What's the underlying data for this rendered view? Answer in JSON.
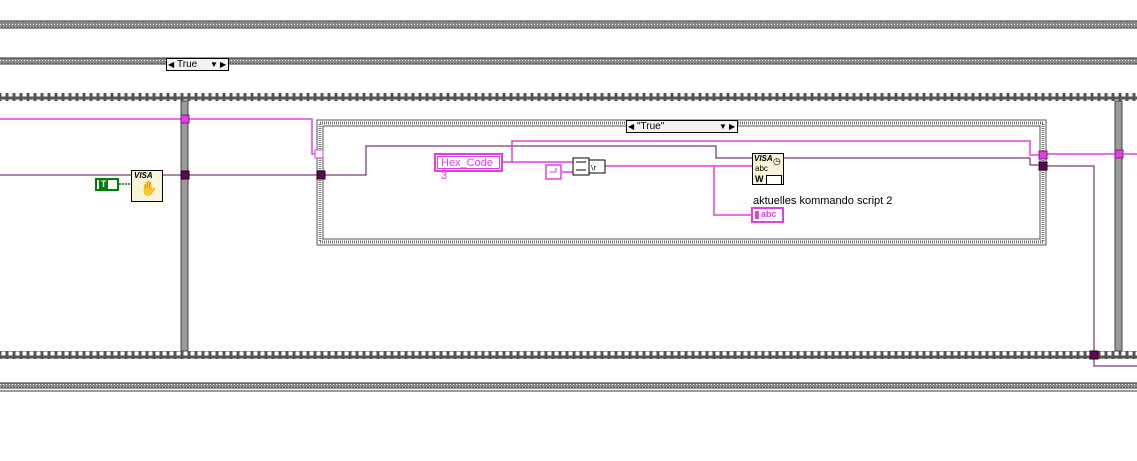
{
  "outer_case": {
    "selector_label": "True"
  },
  "inner_case": {
    "selector_label": "\"True\""
  },
  "constants": {
    "hex_code": "Hex_Code 3",
    "boolean_true": "T"
  },
  "indicator": {
    "label": "aktuelles kommando script 2",
    "terminal_text": "abc"
  },
  "nodes": {
    "visa_open_caption": "VISA",
    "visa_write_caption": "VISA",
    "visa_write_sub": "abc",
    "visa_write_letter": "W"
  },
  "colors": {
    "string_wire": "#e040e0",
    "refnum_wire": "#5a0a5a",
    "boolean_green": "#008000",
    "structure_gray": "#7a7a7a"
  }
}
